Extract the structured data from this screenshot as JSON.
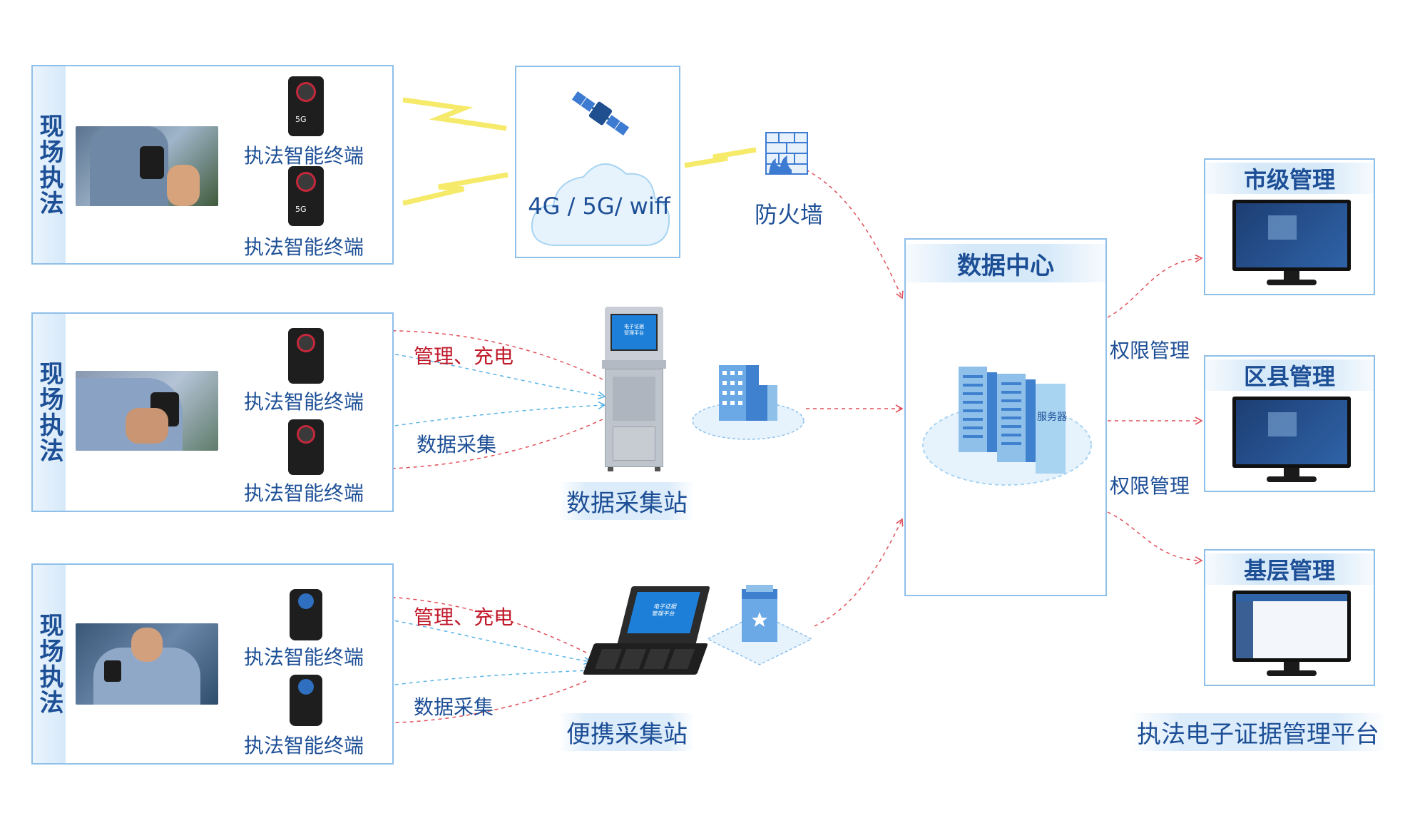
{
  "field_groups": [
    {
      "label": "现场执法",
      "terminals": [
        "执法智能终端",
        "执法智能终端"
      ]
    },
    {
      "label": "现场执法",
      "terminals": [
        "执法智能终端",
        "执法智能终端"
      ]
    },
    {
      "label": "现场执法",
      "terminals": [
        "执法智能终端",
        "执法智能终端"
      ]
    }
  ],
  "network": {
    "label": "4G / 5G/ wiff"
  },
  "firewall": {
    "label": "防火墙"
  },
  "station": {
    "label": "数据采集站",
    "screen_text": [
      "电子证据",
      "管理平台"
    ]
  },
  "portable_station": {
    "label": "便携采集站",
    "screen_text": [
      "电子证据",
      "管理平台"
    ]
  },
  "flows": {
    "manage_charge": "管理、充电",
    "data_collect": "数据采集"
  },
  "datacenter": {
    "title": "数据中心",
    "server_text": "服务器"
  },
  "permission": "权限管理",
  "levels": [
    "市级管理",
    "区县管理",
    "基层管理"
  ],
  "platform": "执法电子证据管理平台",
  "device_badge": "5G",
  "colors": {
    "accent": "#1d4f96",
    "border": "#8ec0ea",
    "flow_red": "#e0505a",
    "flow_blue": "#5ab4e6",
    "red_text": "#c0192a"
  }
}
